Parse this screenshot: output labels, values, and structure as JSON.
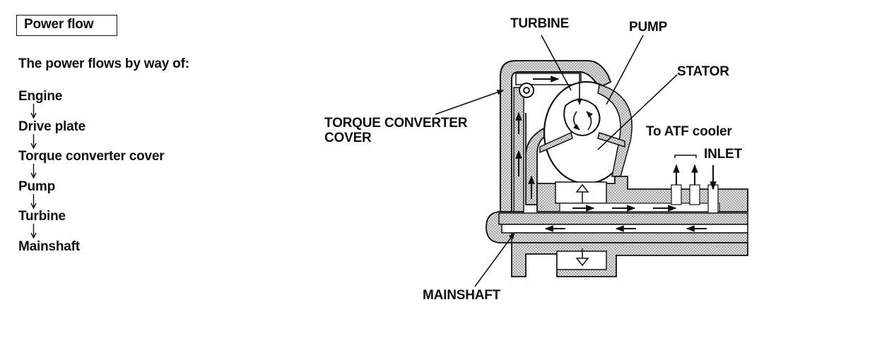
{
  "heading": "Power flow",
  "intro": "The power flows by way of:",
  "flow_steps": [
    "Engine",
    "Drive plate",
    "Torque converter cover",
    "Pump",
    "Turbine",
    "Mainshaft"
  ],
  "labels": {
    "turbine": "TURBINE",
    "pump": "PUMP",
    "stator": "STATOR",
    "cover_line1": "TORQUE CONVERTER",
    "cover_line2": "COVER",
    "atf_cooler": "To ATF cooler",
    "inlet": "INLET",
    "mainshaft": "MAINSHAFT"
  }
}
